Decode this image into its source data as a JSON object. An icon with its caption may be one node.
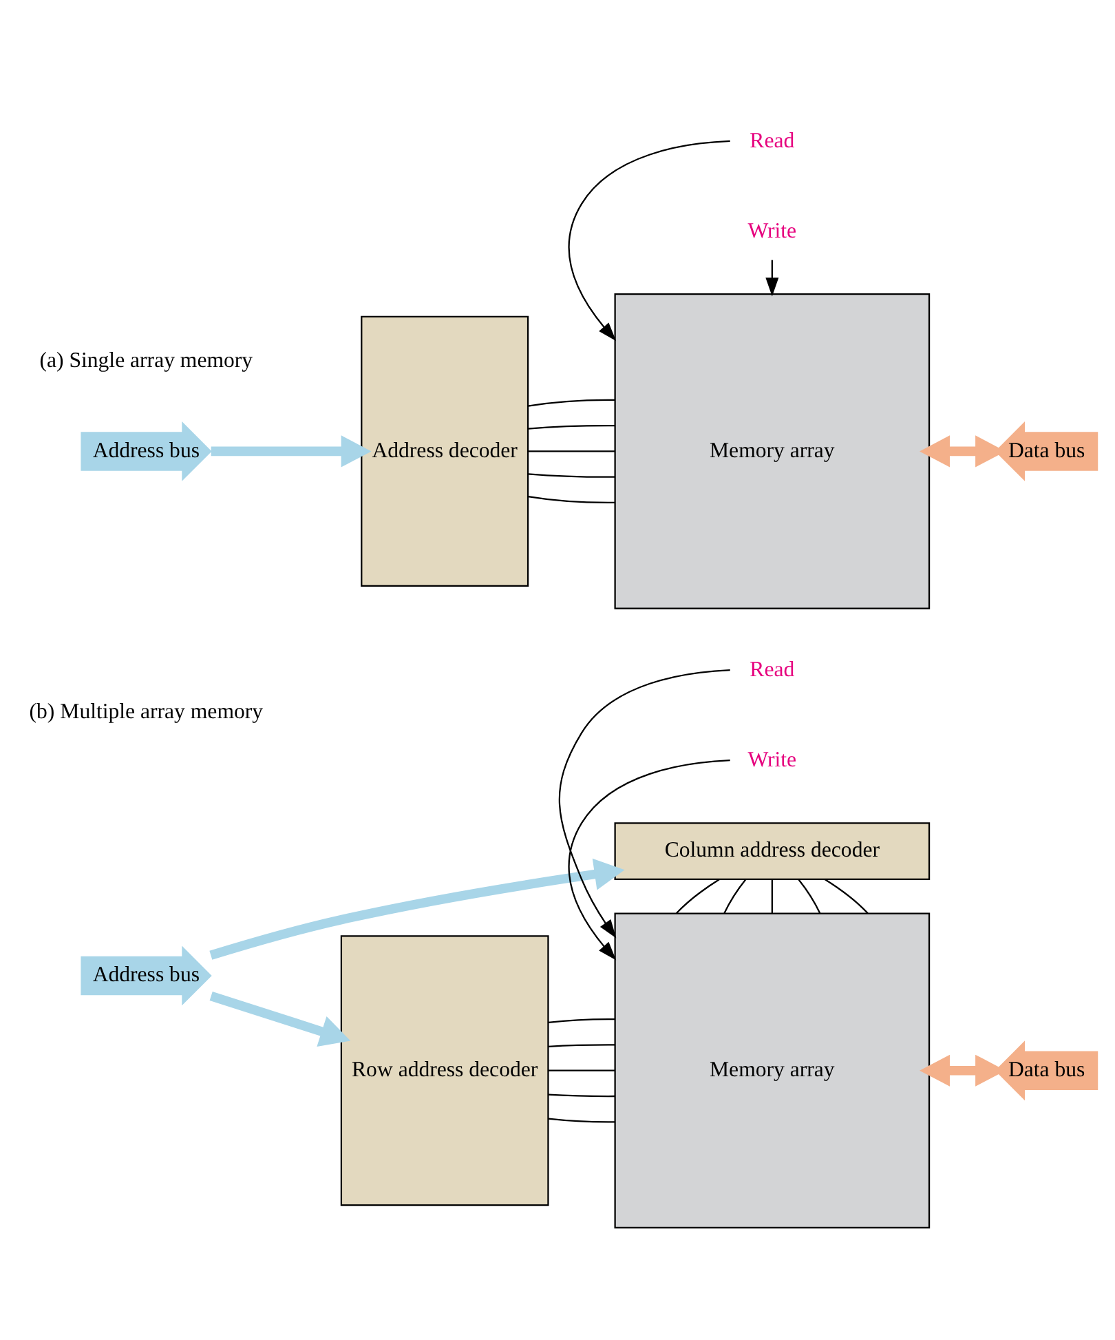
{
  "diagram": {
    "nodes": [
      {
        "text": [
          "Address decoder"
        ]
      },
      {
        "text": [
          "Memory array"
        ]
      },
      {
        "text": [
          "Address bus"
        ]
      },
      {
        "text": [
          "Data bus"
        ]
      },
      {
        "text": [
          "Read"
        ]
      },
      {
        "text": [
          "Write"
        ]
      },
      {
        "text": [
          "Row address decoder"
        ]
      },
      {
        "text": [
          "Memory array"
        ]
      },
      {
        "text": [
          "Address bus"
        ]
      },
      {
        "text": [
          "Data bus"
        ]
      },
      {
        "text": [
          "Read"
        ]
      },
      {
        "text": [
          "Write"
        ]
      },
      {
        "text": [
          "Column address decoder"
        ]
      }
    ],
    "edges": [
      {
        "from": 2,
        "to": 0,
        "arrow": "to",
        "style": "thick",
        "color": "#a8d5e8"
      },
      {
        "from": 0,
        "to": 1,
        "arrow": "none"
      },
      {
        "from": 0,
        "to": 1,
        "arrow": "none"
      },
      {
        "from": 0,
        "to": 1,
        "arrow": "none"
      },
      {
        "from": 0,
        "to": 1,
        "arrow": "none"
      },
      {
        "from": 0,
        "to": 1,
        "arrow": "none"
      },
      {
        "from": 3,
        "to": 1,
        "arrow": "both",
        "style": "thick",
        "color": "#f4b08a"
      },
      {
        "from": 4,
        "to": 1,
        "arrow": "to"
      },
      {
        "from": 5,
        "to": 1,
        "arrow": "to"
      },
      {
        "from": 10,
        "to": 7,
        "arrow": "to"
      },
      {
        "from": 11,
        "to": 7,
        "arrow": "to"
      },
      {
        "from": 8,
        "to": 6,
        "arrow": "to",
        "style": "thick",
        "color": "#a8d5e8"
      },
      {
        "from": 6,
        "to": 7,
        "arrow": "none"
      },
      {
        "from": 6,
        "to": 7,
        "arrow": "none"
      },
      {
        "from": 6,
        "to": 7,
        "arrow": "none"
      },
      {
        "from": 6,
        "to": 7,
        "arrow": "none"
      },
      {
        "from": 6,
        "to": 7,
        "arrow": "none"
      },
      {
        "from": 9,
        "to": 7,
        "arrow": "both",
        "style": "thick",
        "color": "#f4b08a"
      },
      {
        "from": 8,
        "to": 12,
        "arrow": "to",
        "style": "thick",
        "color": "#a8d5e8"
      },
      {
        "from": 12,
        "to": 7,
        "arrow": "none"
      },
      {
        "from": 12,
        "to": 7,
        "arrow": "none"
      },
      {
        "from": 12,
        "to": 7,
        "arrow": "none"
      },
      {
        "from": 12,
        "to": 7,
        "arrow": "none"
      },
      {
        "from": 12,
        "to": 7,
        "arrow": "none"
      }
    ],
    "labels": [
      "(a) Single array memory",
      "(b) Multiple array memory"
    ]
  }
}
